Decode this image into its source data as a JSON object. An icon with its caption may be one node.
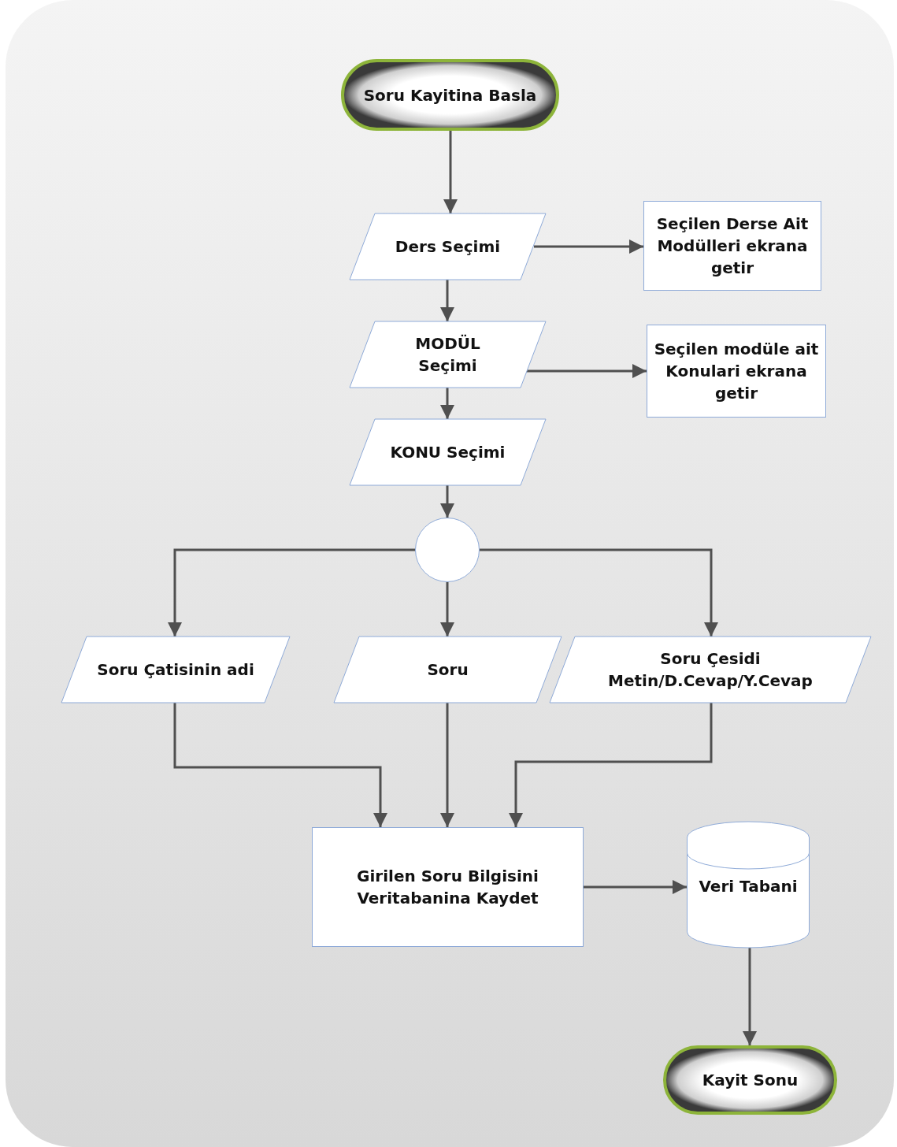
{
  "diagram": {
    "nodes": [
      {
        "text": [
          "Soru Kayitina Basla"
        ]
      },
      {
        "text": [
          "Ders Seçimi"
        ]
      },
      {
        "text": [
          "Seçilen Derse Ait Modülleri ekrana getir"
        ]
      },
      {
        "text": [
          "MODÜL Seçimi"
        ]
      },
      {
        "text": [
          "Seçilen modüle ait Konulari ekrana getir"
        ]
      },
      {
        "text": [
          "KONU Seçimi"
        ]
      },
      {
        "text": [],
        "shape": "circle"
      },
      {
        "text": [
          "Soru Çatisinin adi"
        ]
      },
      {
        "text": [
          "Soru"
        ]
      },
      {
        "text": [
          "Soru Çesidi Metin/D.Cevap/Y.Cevap"
        ]
      },
      {
        "text": [
          "Girilen Soru Bilgisini Veritabanina Kaydet"
        ]
      },
      {
        "text": [
          "Veri Tabani"
        ]
      },
      {
        "text": [
          "Kayit Sonu"
        ]
      }
    ],
    "edges": [
      {
        "from": 0,
        "to": 1,
        "arrow": "to"
      },
      {
        "from": 1,
        "to": 2,
        "arrow": "to"
      },
      {
        "from": 1,
        "to": 3,
        "arrow": "to"
      },
      {
        "from": 3,
        "to": 4,
        "arrow": "to"
      },
      {
        "from": 3,
        "to": 5,
        "arrow": "to"
      },
      {
        "from": 5,
        "to": 6,
        "arrow": "to"
      },
      {
        "from": 6,
        "to": 7,
        "arrow": "to"
      },
      {
        "from": 6,
        "to": 8,
        "arrow": "to"
      },
      {
        "from": 6,
        "to": 9,
        "arrow": "to"
      },
      {
        "from": 7,
        "to": 10,
        "arrow": "to"
      },
      {
        "from": 8,
        "to": 10,
        "arrow": "to"
      },
      {
        "from": 9,
        "to": 10,
        "arrow": "to"
      },
      {
        "from": 10,
        "to": 11,
        "arrow": "to"
      },
      {
        "from": 11,
        "to": 12,
        "arrow": "to"
      }
    ]
  }
}
